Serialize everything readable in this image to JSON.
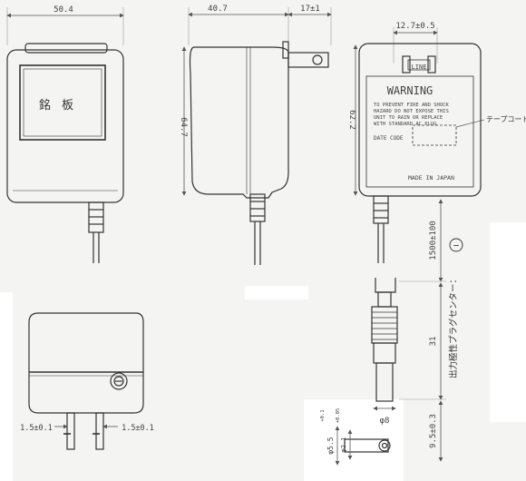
{
  "front": {
    "width_dim": "50.4",
    "plate_label": "銘板"
  },
  "side": {
    "depth_dim": "40.7",
    "prong_dim": "17±1",
    "height_dim": "64.7"
  },
  "back": {
    "prong_spacing_dim": "12.7±0.5",
    "line_marker": "LINE",
    "warning_title": "WARNING",
    "warning_lines": [
      "TO PREVENT FIRE AND SHOCK",
      "HAZARD DO NOT EXPOSE THIS",
      "UNIT TO RAIN OR REPLACE",
      "WITH STANDARD AC PLUG"
    ],
    "date_code": "DATE CODE",
    "made_in": "MADE IN JAPAN",
    "height_dim": "62.2",
    "tape_label": "テープコード"
  },
  "cable": {
    "length_dim": "1500±100",
    "polarity_symbol": "−",
    "polarity_label": "出力極性プラグセンター："
  },
  "plug": {
    "length_dim": "31",
    "body_dia": "φ8",
    "outer_dia": "φ5.5",
    "inner_dia": "φ2.1",
    "tolerance_outer": "+0.1",
    "tolerance_inner": "+0.05",
    "tip_length": "9.5±0.3"
  },
  "bottom": {
    "left_dim": "1.5±0.1",
    "right_dim": "1.5±0.1"
  }
}
